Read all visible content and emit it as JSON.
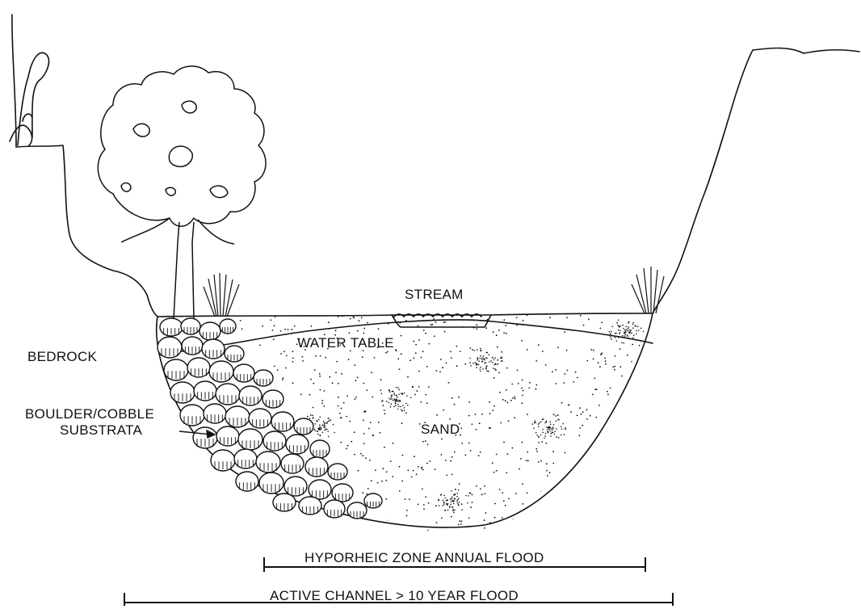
{
  "labels": {
    "stream": "STREAM",
    "water_table": "WATER TABLE",
    "bedrock": "BEDROCK",
    "boulder_line1": "BOULDER/COBBLE",
    "boulder_line2": "SUBSTRATA",
    "sand": "SAND",
    "hyporheic": "HYPORHEIC ZONE  ANNUAL FLOOD",
    "active_channel": "ACTIVE CHANNEL > 10 YEAR FLOOD"
  },
  "colors": {
    "ink": "#111111",
    "background": "#ffffff"
  }
}
